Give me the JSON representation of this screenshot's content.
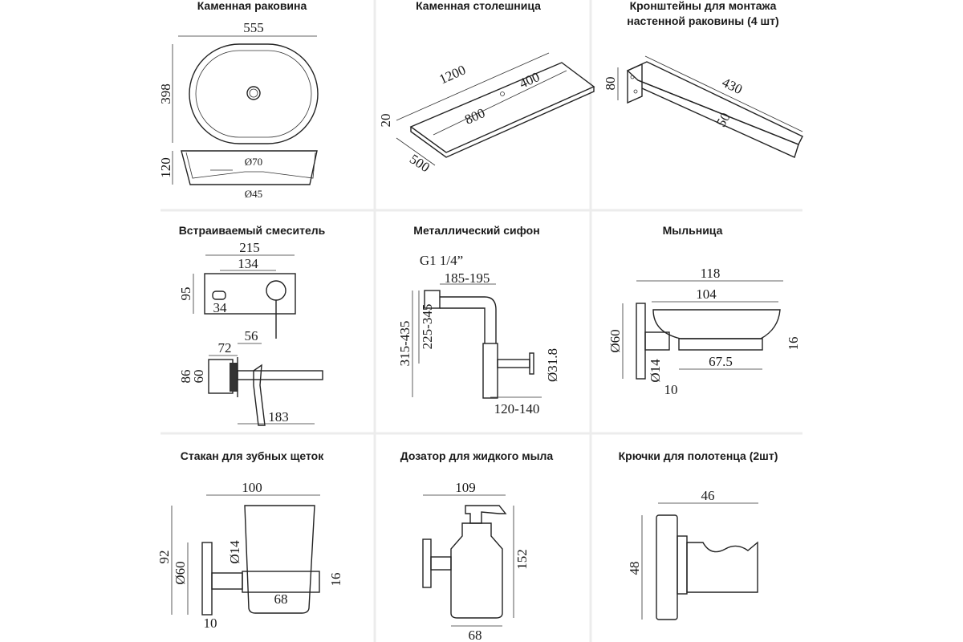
{
  "panels": [
    {
      "title": "Каменная раковина",
      "dims": [
        "555",
        "398",
        "120",
        "Ø70",
        "Ø45"
      ]
    },
    {
      "title": "Каменная столешница",
      "dims": [
        "1200",
        "400",
        "800",
        "20",
        "500"
      ]
    },
    {
      "title_line1": "Кронштейны для монтажа",
      "title_line2": "настенной раковины (4 шт)",
      "dims": [
        "80",
        "430",
        "50"
      ]
    },
    {
      "title": "Встраиваемый смеситель",
      "dims": [
        "215",
        "134",
        "95",
        "34",
        "56",
        "72",
        "86",
        "60",
        "183"
      ]
    },
    {
      "title": "Металлический сифон",
      "dims": [
        "G1 1/4”",
        "185-195",
        "315-435",
        "225-345",
        "Ø31.8",
        "120-140"
      ]
    },
    {
      "title": "Мыльница",
      "dims": [
        "118",
        "104",
        "Ø60",
        "Ø14",
        "16",
        "67.5",
        "10"
      ]
    },
    {
      "title": "Стакан для зубных щеток",
      "dims": [
        "100",
        "92",
        "Ø60",
        "Ø14",
        "16",
        "68",
        "10"
      ]
    },
    {
      "title": "Дозатор для жидкого мыла",
      "dims": [
        "109",
        "152",
        "68"
      ]
    },
    {
      "title": "Крючки для полотенца (2шт)",
      "dims": [
        "46",
        "48"
      ]
    }
  ]
}
